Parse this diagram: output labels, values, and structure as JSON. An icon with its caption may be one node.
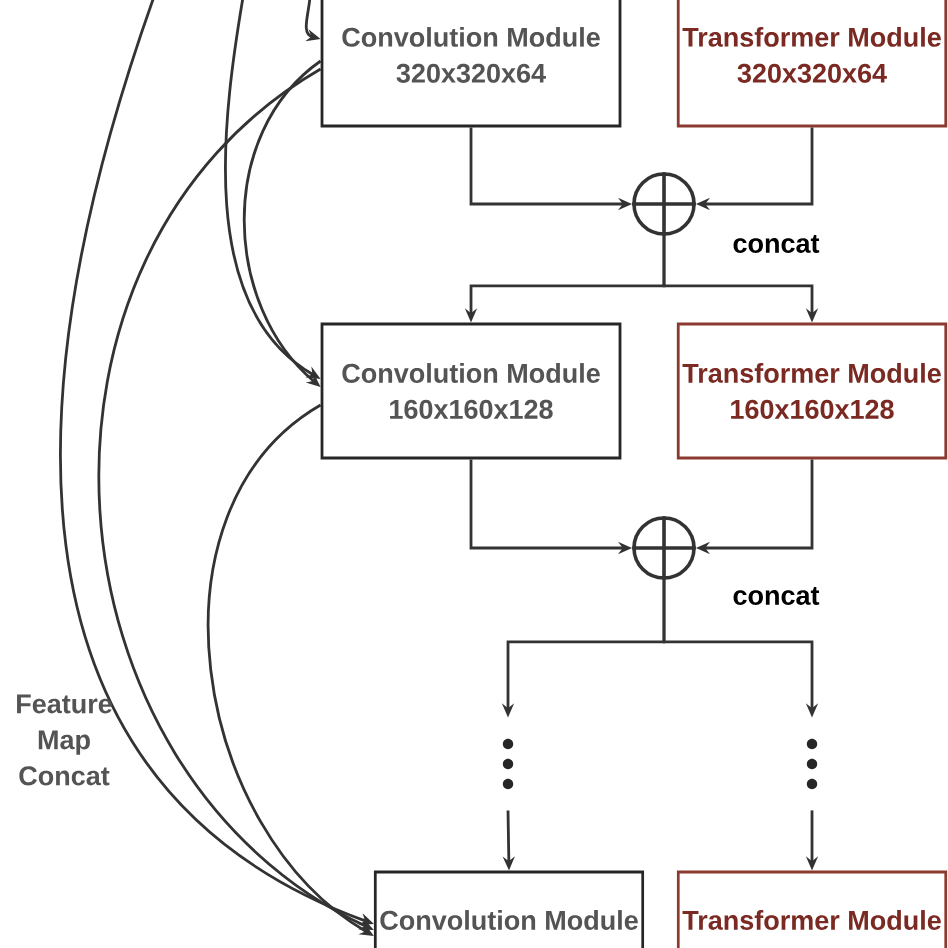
{
  "diagram": {
    "nodes": [
      {
        "text": [
          "Convolution Module",
          "320x320x64"
        ]
      },
      {
        "text": [
          "Transformer Module",
          "320x320x64"
        ]
      },
      {
        "text": [],
        "shape": "circle",
        "beside": [
          "concat"
        ]
      },
      {
        "text": [
          "Convolution Module",
          "160x160x128"
        ]
      },
      {
        "text": [
          "Transformer Module",
          "160x160x128"
        ]
      },
      {
        "text": [],
        "shape": "circle",
        "beside": [
          "concat"
        ]
      },
      {
        "text": [],
        "shape": "dots"
      },
      {
        "text": [],
        "shape": "dots"
      },
      {
        "text": [
          "Convolution Module"
        ]
      },
      {
        "text": [
          "Transformer Module"
        ]
      }
    ],
    "edges": [
      {
        "from": 0,
        "to": 2,
        "arrow": "to"
      },
      {
        "from": 1,
        "to": 2,
        "arrow": "to"
      },
      {
        "from": 2,
        "to": 3,
        "arrow": "to"
      },
      {
        "from": 2,
        "to": 4,
        "arrow": "to"
      },
      {
        "from": 3,
        "to": 5,
        "arrow": "to"
      },
      {
        "from": 4,
        "to": 5,
        "arrow": "to"
      },
      {
        "from": 5,
        "to": 6,
        "arrow": "to"
      },
      {
        "from": 5,
        "to": 7,
        "arrow": "to"
      },
      {
        "from": 6,
        "to": 8,
        "arrow": "to"
      },
      {
        "from": 7,
        "to": 9,
        "arrow": "to"
      },
      {
        "from": null,
        "to": 0,
        "arrow": "to"
      },
      {
        "from": null,
        "to": 3,
        "arrow": "to"
      },
      {
        "from": null,
        "to": 8,
        "arrow": "to"
      },
      {
        "from": 0,
        "to": 3,
        "arrow": "to"
      },
      {
        "from": 0,
        "to": 8,
        "arrow": "to"
      },
      {
        "from": 3,
        "to": 8,
        "arrow": "to"
      }
    ],
    "labels": [
      "Feature Map Concat"
    ]
  }
}
